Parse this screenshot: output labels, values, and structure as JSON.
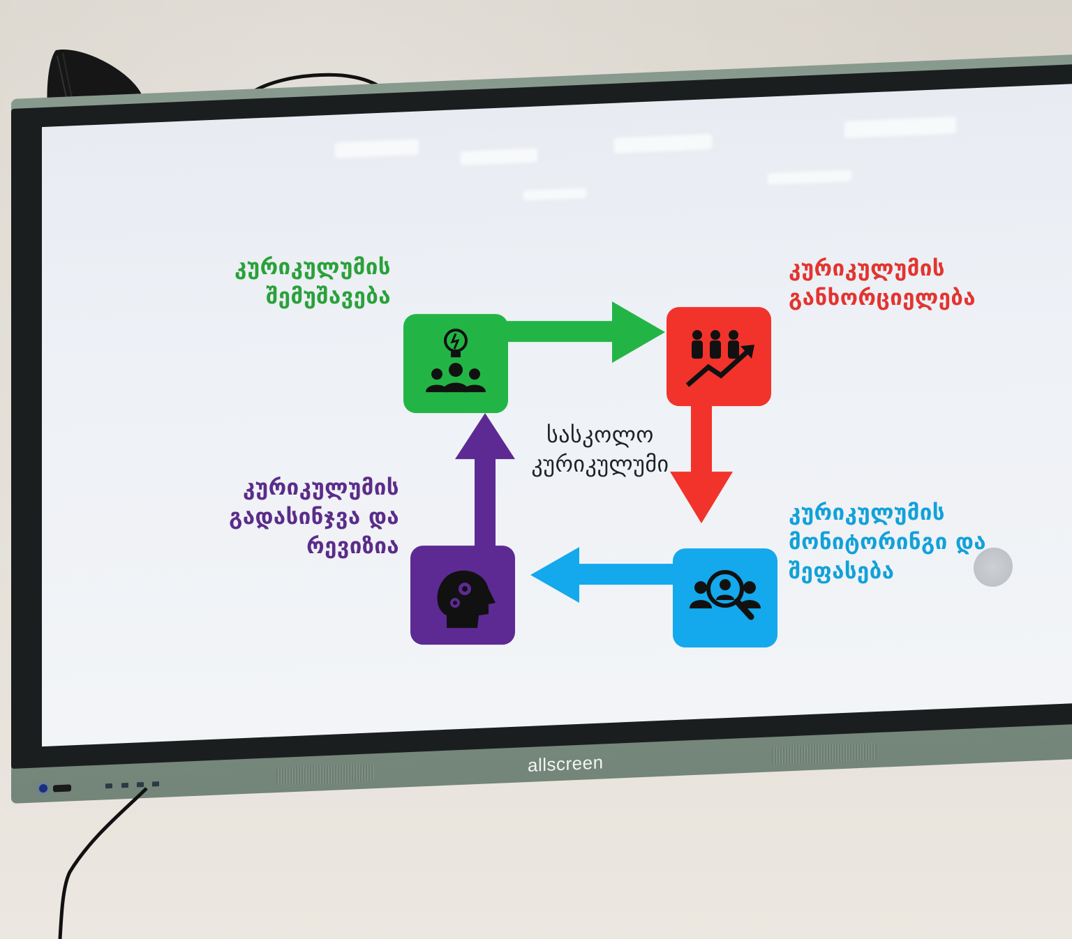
{
  "slide": {
    "top_left": {
      "line1": "კურიკულუმის",
      "line2": "შემუშავება",
      "color": "#2aa13a"
    },
    "top_right": {
      "line1": "კურიკულუმის",
      "line2": "განხორციელება",
      "color": "#e3342f"
    },
    "bottom_right": {
      "line1": "კურიკულუმის",
      "line2": "მონიტორინგი და",
      "line3": "შეფასება",
      "color": "#12a1d9"
    },
    "bottom_left": {
      "line1": "კურიკულუმის",
      "line2": "გადასინჯვა და",
      "line3": "რევიზია",
      "color": "#5b2c8a"
    },
    "center": {
      "line1": "სასკოლო",
      "line2": "კურიკულუმი"
    }
  },
  "tiles": {
    "green_icon": "lightbulb-team-icon",
    "red_icon": "people-growth-icon",
    "blue_icon": "magnifier-people-icon",
    "purple_icon": "head-gears-icon"
  },
  "tv": {
    "brand": "allscreen"
  }
}
